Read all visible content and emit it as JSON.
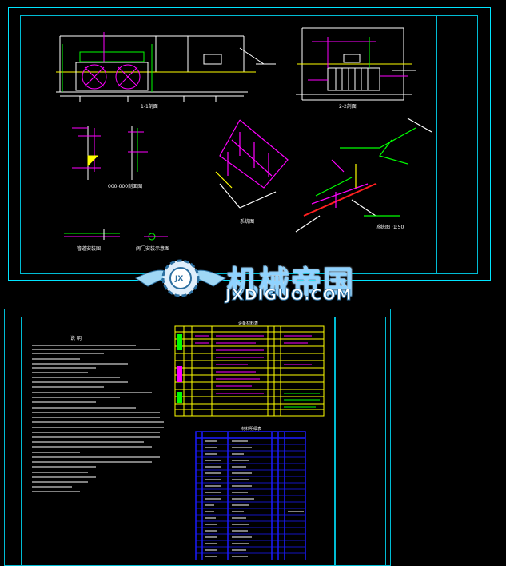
{
  "watermark": {
    "brand_cn": "机械帝国",
    "brand_en": "JXDIGUO.COM",
    "emblem_text": "JX"
  },
  "top_sheet": {
    "labels": {
      "section_1": "1-1剖面",
      "section_2": "2-2剖面",
      "detail_a": "000-000剖面图",
      "iso_1": "系统图",
      "iso_2": "系统图 ·1:50",
      "pipe_note": "管道安装图",
      "valve_note": "阀门安装示意图"
    }
  },
  "bottom_sheet": {
    "notes_title": "说 明",
    "table1_title": "设备材料表",
    "table2_title": "材料明细表"
  },
  "colors": {
    "frame": "#00e5ff",
    "yellow": "#ffff00",
    "magenta": "#ff00ff",
    "green": "#00ff00",
    "red": "#ff2020",
    "blue": "#1a1aff",
    "white": "#ffffff"
  }
}
